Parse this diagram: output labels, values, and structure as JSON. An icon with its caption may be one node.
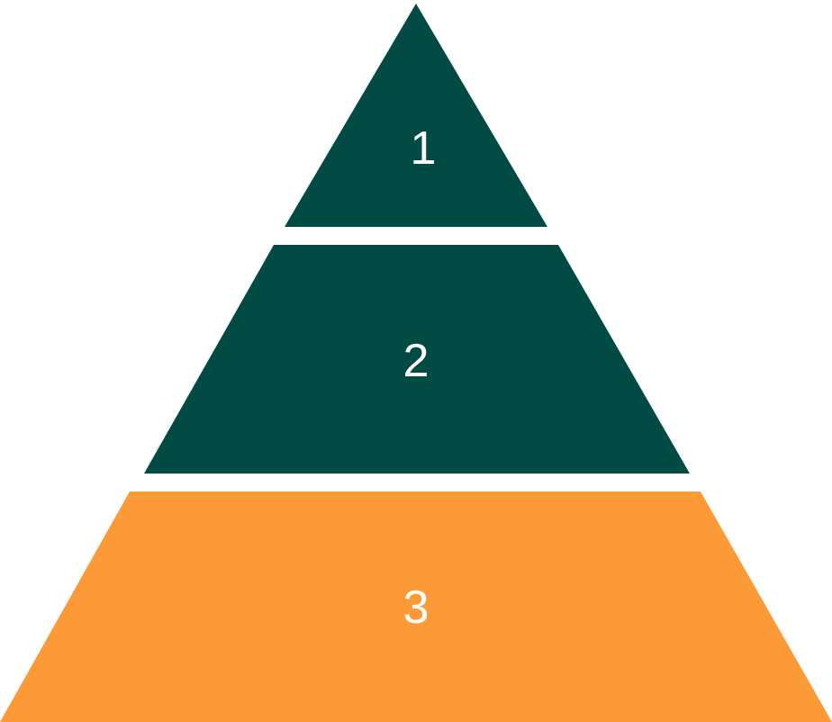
{
  "diagram": {
    "nodes": [
      {
        "text": [
          "1"
        ]
      },
      {
        "text": [
          "2"
        ]
      },
      {
        "text": [
          "3"
        ]
      }
    ]
  }
}
